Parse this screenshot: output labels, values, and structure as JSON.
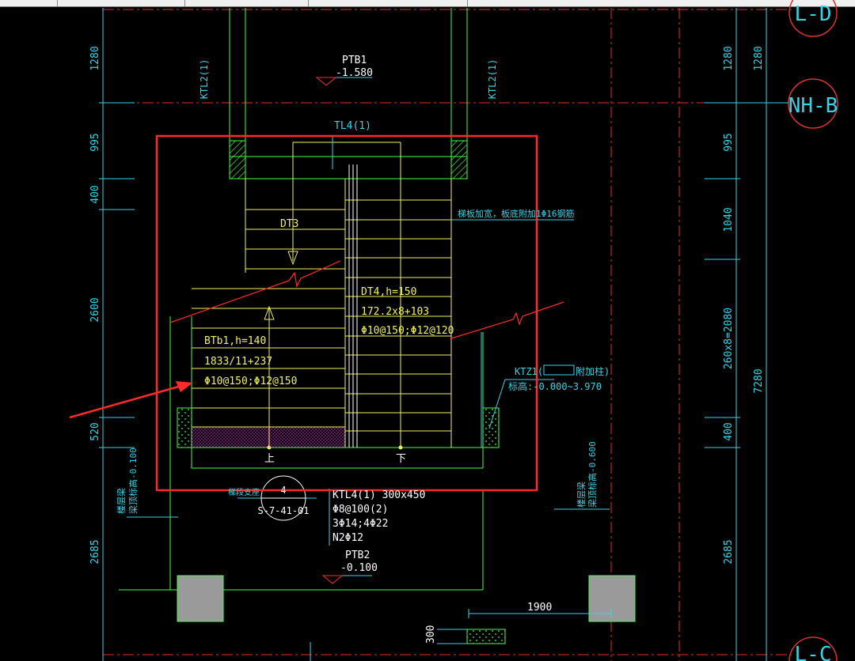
{
  "dimensions_left": [
    "1280",
    "995",
    "400",
    "2600",
    "520",
    "2685"
  ],
  "dimensions_right": [
    "1280",
    "995",
    "1040",
    "260x8=2080",
    "400",
    "2685"
  ],
  "dimensions_far_right": [
    "1280",
    "7280"
  ],
  "grid_labels": {
    "top": "L-D",
    "mid": "NH-B",
    "bottom": "L-C"
  },
  "beams": {
    "left": "KTL2(1)",
    "right": "KTL2(1)"
  },
  "platform_top": {
    "name": "PTB1",
    "elev": "-1.580"
  },
  "tl4": "TL4(1)",
  "dt3": "DT3",
  "note_right": "梯板加宽，板底附加1Φ16钢筋",
  "dt4": {
    "name": "DT4,h=150",
    "steps": "172.2x8+103",
    "rebar": "Φ10@150;Φ12@120"
  },
  "bt1": {
    "name": "BTb1,h=140",
    "steps": "1833/11+237",
    "rebar": "Φ10@150;Φ12@150"
  },
  "ktz": {
    "name": "KTZ1(",
    "suffix": "附加柱)",
    "elev": "标高:-0.000~3.970"
  },
  "up_label": "上",
  "down_label": "下",
  "ktl4": {
    "name": "KTL4(1) 300x450",
    "line2": "Φ8@100(2)",
    "line3": "3Φ14;4Φ22",
    "line4": "N2Φ12"
  },
  "detail": {
    "num": "4",
    "ref": "S-7-41-01",
    "note": "梯段支座"
  },
  "platform_bottom": {
    "name": "PTB2",
    "elev": "-0.100"
  },
  "vert_note_left": {
    "line1": "楼层梁",
    "line2": "梁顶标高-0.100"
  },
  "vert_note_right": {
    "line1": "楼层梁",
    "line2": "梁顶标高-0.600"
  },
  "dim_1900": "1900",
  "dim_300": "300",
  "colors": {
    "cyan": "#33d6e6",
    "green": "#44ff44",
    "yellow": "#f2f25a",
    "red": "#ff2a2a",
    "magenta": "#ff33ff"
  }
}
